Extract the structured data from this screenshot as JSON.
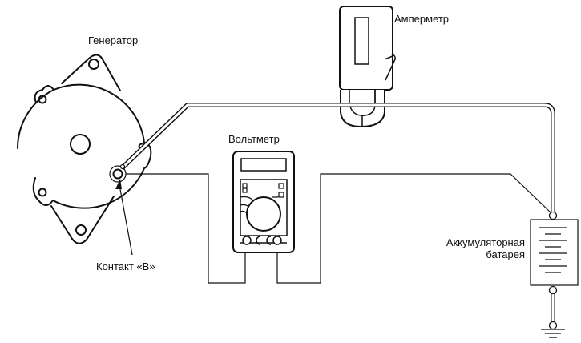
{
  "diagram": {
    "labels": {
      "generator": "Генератор",
      "ammeter": "Амперметр",
      "voltmeter": "Вольтметр",
      "contact_b": "Контакт «В»",
      "battery_line1": "Аккумуляторная",
      "battery_line2": "батарея"
    },
    "colors": {
      "line": "#111111",
      "background": "#ffffff"
    }
  }
}
